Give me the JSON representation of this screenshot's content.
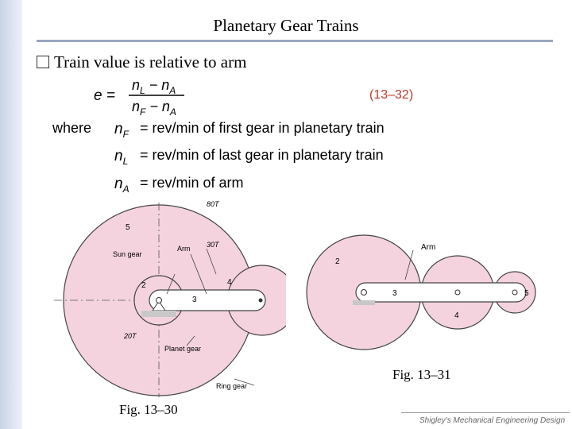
{
  "slide": {
    "title": "Planetary Gear Trains",
    "bullet": "Train value is relative to arm",
    "footer": "Shigley's Mechanical Engineering Design"
  },
  "equation": {
    "lhs": "e =",
    "num": "n",
    "num_sub_a": "L",
    "num_mid": " − n",
    "num_sub_b": "A",
    "den": "n",
    "den_sub_a": "F",
    "den_mid": " − n",
    "den_sub_b": "A",
    "number": "(13–32)",
    "where": "where",
    "defs": [
      {
        "sym": "n",
        "sub": "F",
        "text": "= rev/min of first gear in planetary train"
      },
      {
        "sym": "n",
        "sub": "L",
        "text": "= rev/min of last gear in planetary train"
      },
      {
        "sym": "n",
        "sub": "A",
        "text": "= rev/min of arm"
      }
    ]
  },
  "fig1": {
    "caption": "Fig. 13–30",
    "labels": {
      "t80": "80T",
      "n5": "5",
      "sun": "Sun gear",
      "arm": "Arm",
      "t30": "30T",
      "n2": "2",
      "n4": "4",
      "n3": "3",
      "t20": "20T",
      "planet": "Planet gear",
      "ring": "Ring gear"
    }
  },
  "fig2": {
    "caption": "Fig. 13–31",
    "labels": {
      "arm": "Arm",
      "n2": "2",
      "n3": "3",
      "n4": "4",
      "n5": "5"
    }
  },
  "colors": {
    "gear_fill": "#f4d3de",
    "gear_stroke": "#444444",
    "accent_red": "#c0392b"
  }
}
